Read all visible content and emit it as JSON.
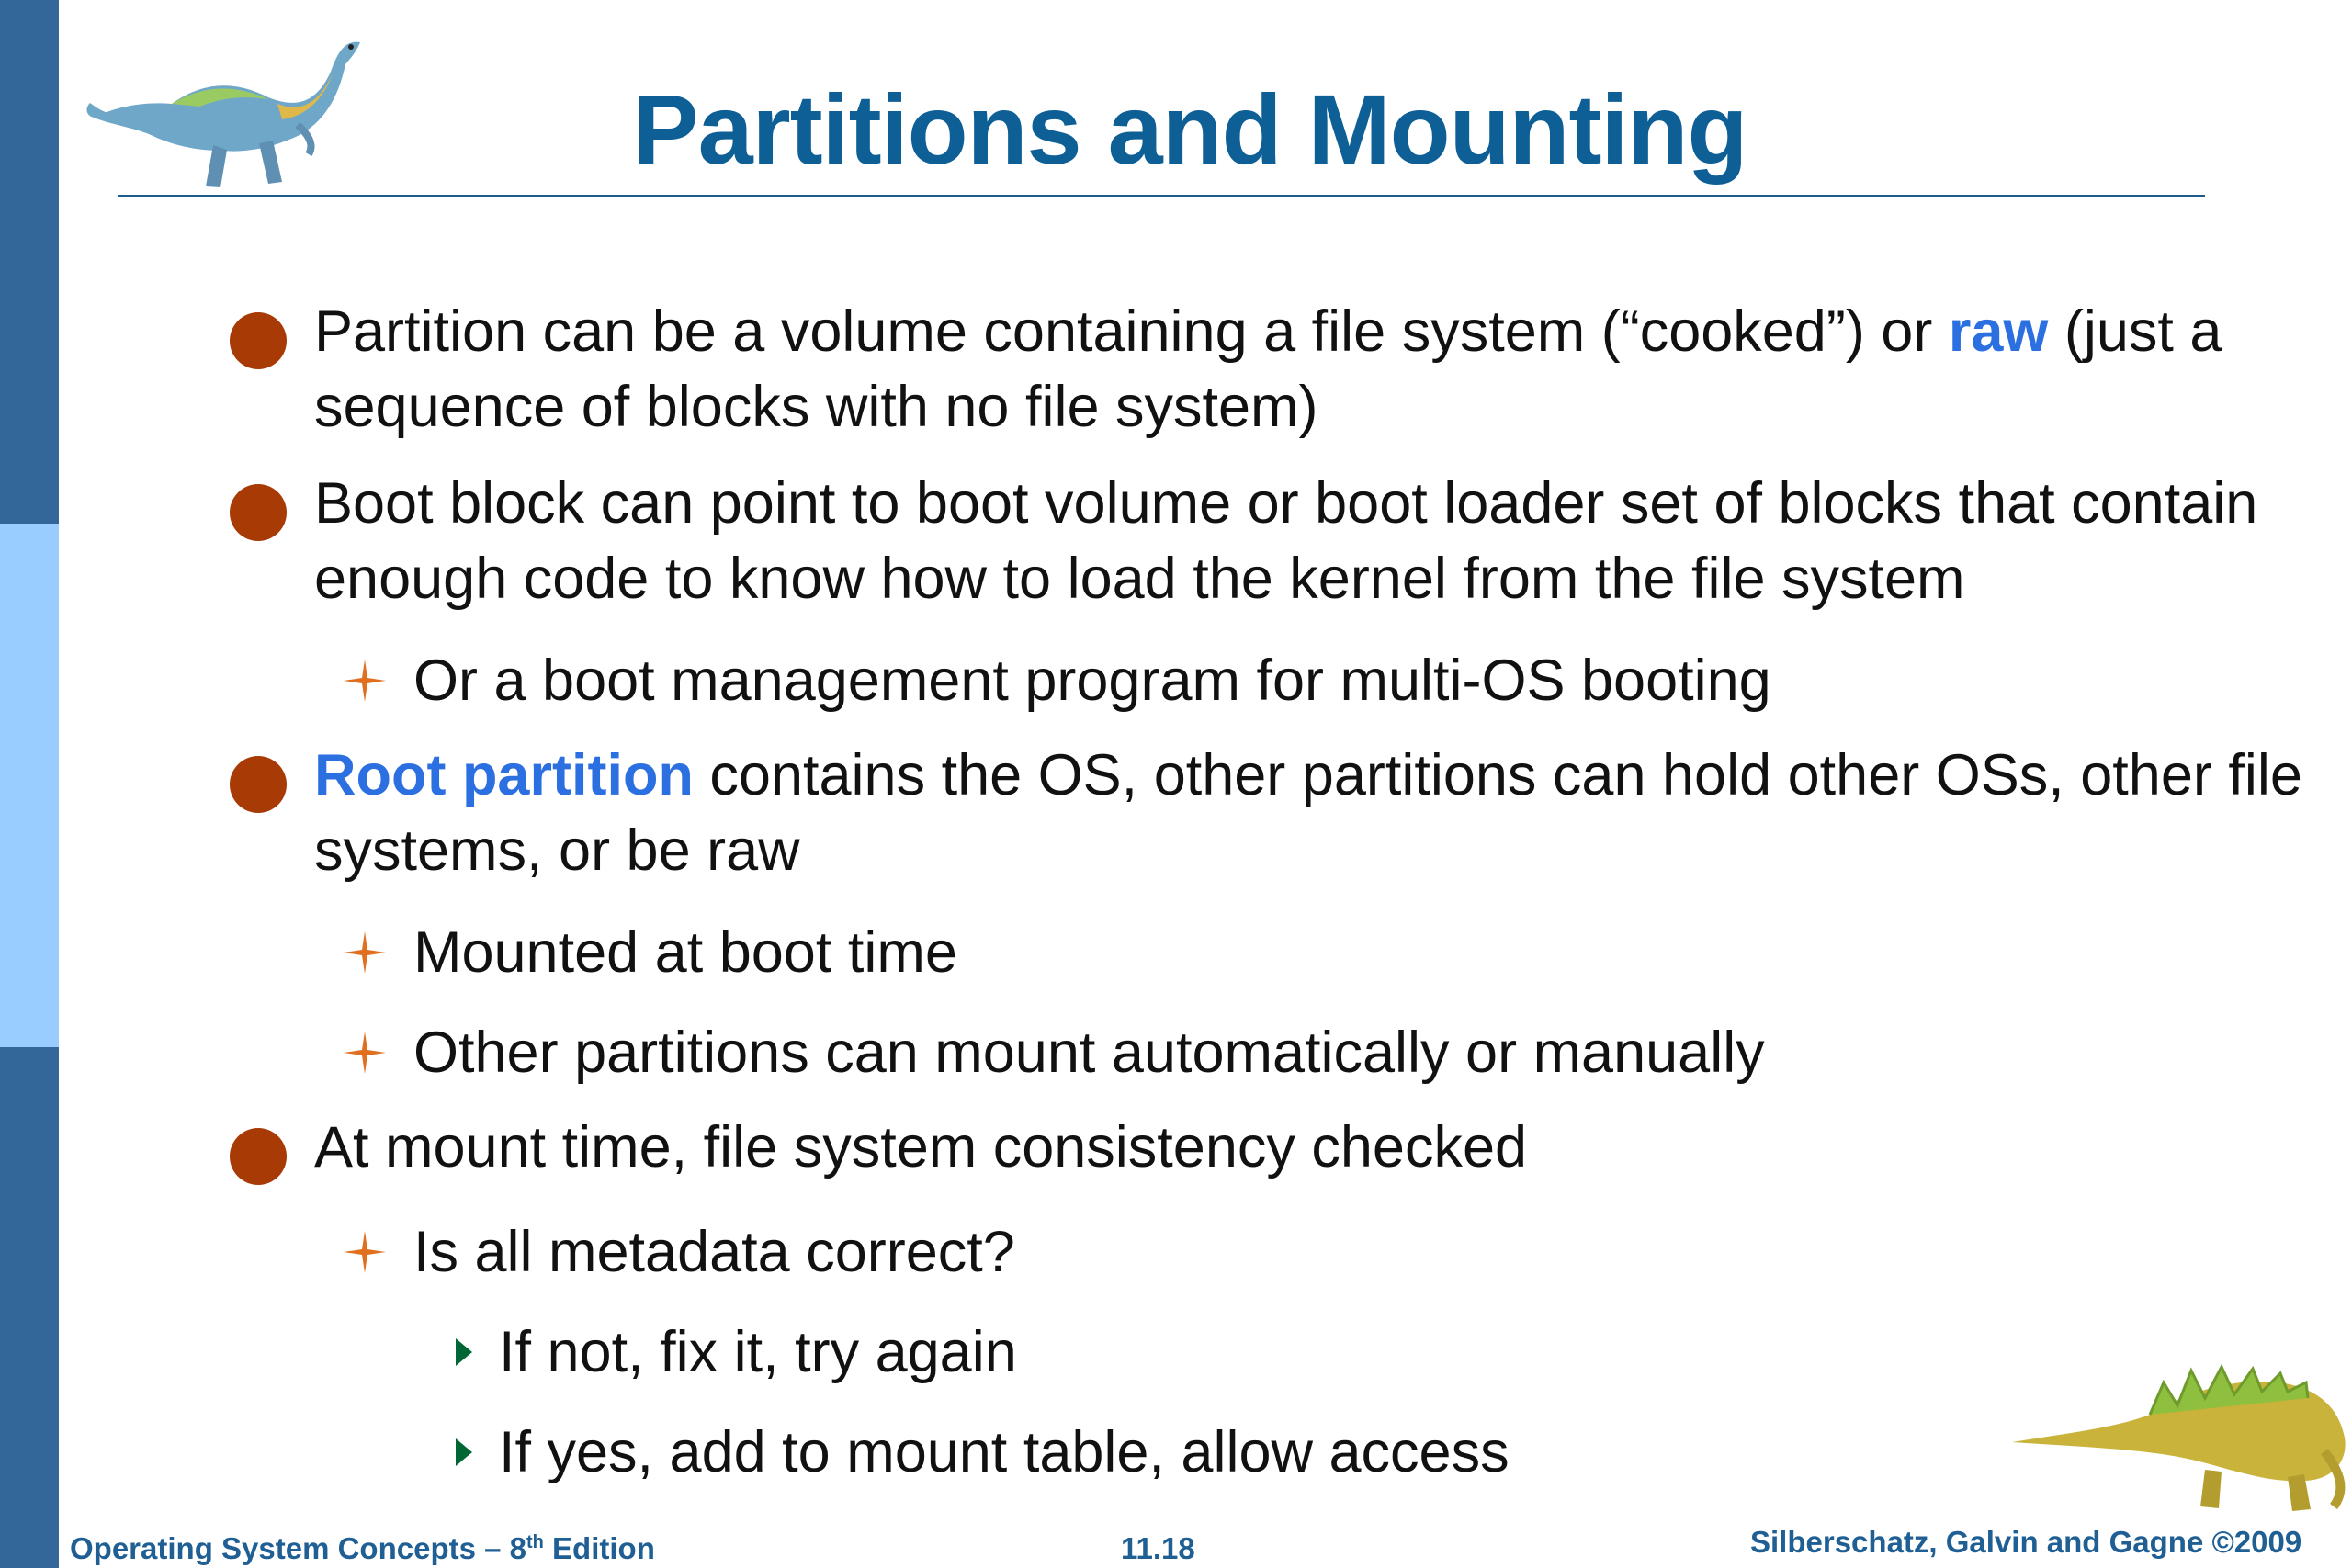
{
  "slide": {
    "title": "Partitions and Mounting",
    "bullets": [
      {
        "pre": "Partition can be a volume containing a file system (“cooked”) or ",
        "highlight": "raw",
        "post": " (just a sequence of blocks with no file system)"
      },
      {
        "text": "Boot block can point to boot volume or boot loader set of blocks that contain enough code to know how to load the kernel from the file system",
        "sub": [
          "Or a boot management program for multi-OS booting"
        ]
      },
      {
        "highlight": "Root partition",
        "post": " contains the OS, other partitions can hold other OSs, other file systems, or be raw",
        "sub": [
          "Mounted at boot time",
          "Other partitions can mount automatically or manually"
        ]
      },
      {
        "text": "At mount time, file system consistency checked",
        "sub": [
          "Is all metadata correct?"
        ],
        "subsub": [
          "If not, fix it, try again",
          "If yes, add to mount table, allow access"
        ]
      }
    ]
  },
  "footer": {
    "book": "Operating System Concepts  – 8",
    "book_sup": "th",
    "book_end": " Edition",
    "page": "11.18",
    "authors": "Silberschatz, Galvin and Gagne ©2009"
  },
  "colors": {
    "title": "#0d5f96",
    "sidebar_dark": "#336699",
    "sidebar_light": "#99ccff",
    "bullet": "#a83a05",
    "highlight": "#2b6fe0",
    "sub_bullet": "#e07020",
    "subsub_bullet": "#006633"
  },
  "icons": {
    "top_left": "dinosaur-icon",
    "bottom_right": "stegosaurus-icon"
  }
}
